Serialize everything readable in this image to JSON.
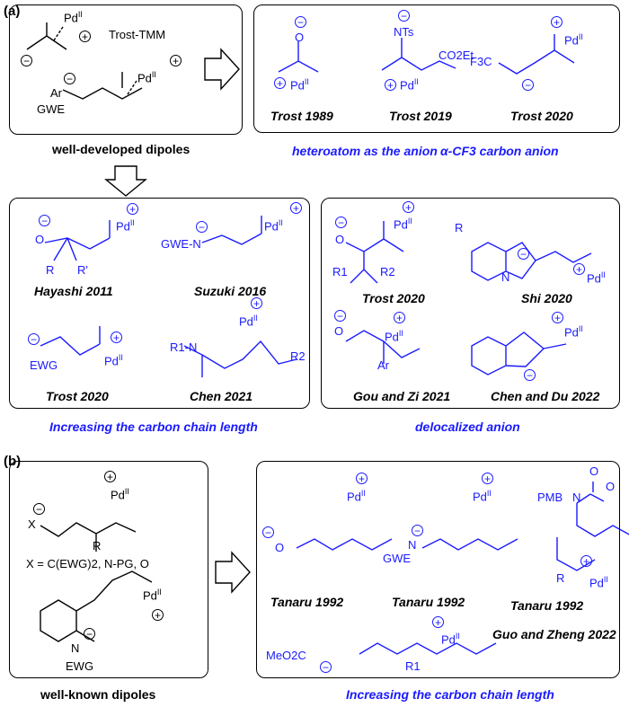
{
  "panel_labels": {
    "a": "(a)",
    "b": "(b)"
  },
  "atoms": {
    "pd": "Pd",
    "ox": "II",
    "plus": "+",
    "minus": "−",
    "trost_tmm": "Trost-TMM",
    "ar": "Ar",
    "gwe": "GWE",
    "o": "O",
    "nts": "NTs",
    "co2et": "CO2Et",
    "f3c": "F3C",
    "r": "R",
    "r_prime": "R'",
    "ewg": "EWG",
    "n": "N",
    "r1": "R1",
    "r2": "R2",
    "x": "X",
    "meo2c": "MeO2C",
    "pmb": "PMB"
  },
  "box_a1": {
    "caption": "well-developed dipoles"
  },
  "box_a2": {
    "refs": [
      "Trost 1989",
      "Trost 2019",
      "Trost 2020"
    ],
    "captions": [
      "heteroatom as the anion",
      "α-CF3 carbon anion"
    ]
  },
  "box_a3": {
    "refs": [
      "Hayashi 2011",
      "Suzuki 2016",
      "Trost 2020",
      "Chen 2021"
    ],
    "caption": "Increasing the carbon chain length"
  },
  "box_a4": {
    "refs": [
      "Trost 2020",
      "Shi 2020",
      "Gou and Zi 2021",
      "Chen and Du 2022"
    ],
    "caption": "delocalized anion"
  },
  "box_b1": {
    "definition": "X = C(EWG)2, N-PG, O",
    "caption": "well-known dipoles"
  },
  "box_b2": {
    "refs": [
      "Tanaru 1992",
      "Tanaru 1992",
      "Tanaru 1992",
      "Guo and Zheng 2022"
    ],
    "caption": "Increasing the carbon chain length"
  },
  "colors": {
    "accent": "#1a1aff"
  }
}
